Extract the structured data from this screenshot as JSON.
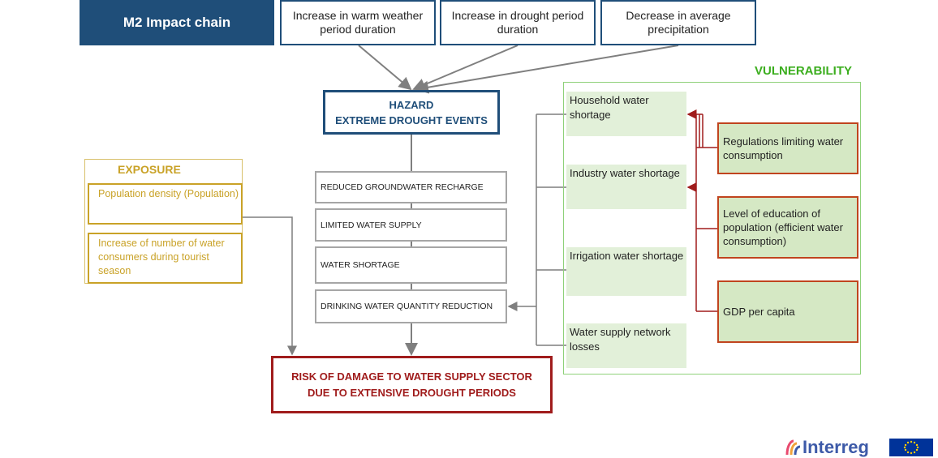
{
  "title": "M2 Impact chain",
  "drivers": [
    "Increase in warm weather period duration",
    "Increase in drought period duration",
    "Decrease in average precipitation"
  ],
  "hazard": {
    "line1": "HAZARD",
    "line2": "EXTREME DROUGHT EVENTS"
  },
  "impact_chain": [
    "REDUCED GROUNDWATER RECHARGE",
    "LIMITED WATER SUPPLY",
    "WATER SHORTAGE",
    "DRINKING WATER QUANTITY REDUCTION"
  ],
  "risk": {
    "line1": "RISK OF DAMAGE TO WATER SUPPLY SECTOR",
    "line2": "DUE TO EXTENSIVE DROUGHT PERIODS"
  },
  "exposure": {
    "label": "EXPOSURE",
    "items": [
      "Population density (Population)",
      "Increase of number of water consumers during tourist season"
    ]
  },
  "vulnerability": {
    "label": "VULNERABILITY",
    "sensitivity": [
      "Household water shortage",
      "Industry water shortage",
      "Irrigation water shortage",
      "Water supply network losses"
    ],
    "capacity": [
      "Regulations limiting water consumption",
      "Level of education of population (efficient water consumption)",
      "GDP per capita"
    ]
  },
  "logo": {
    "text": "Interreg"
  },
  "colors": {
    "title_bg": "#1f4e79",
    "hazard": "#1f4e79",
    "risk": "#a01c1c",
    "exposure": "#c9a227",
    "vulnerability": "#3cae1f",
    "sensitivity_fill": "#e2f0d9",
    "capacity_border": "#c0441e",
    "eu_flag": "#003399"
  }
}
